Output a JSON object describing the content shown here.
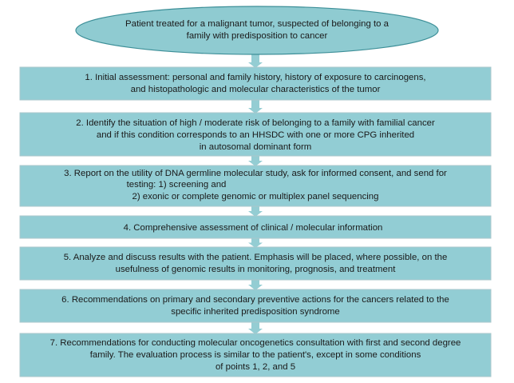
{
  "start_node": {
    "lines": [
      "Patient treated for a malignant tumor, suspected of belonging to a",
      "family with predisposition to cancer"
    ]
  },
  "steps": [
    {
      "lines": [
        "1. Initial assessment: personal and family history, history of exposure to carcinogens,",
        "and histopathologic and molecular characteristics of the tumor"
      ]
    },
    {
      "lines": [
        "2. Identify the situation of high / moderate risk of belonging to a family with familial cancer",
        "and if this condition corresponds to an HHSDC with one or more CPG inherited",
        "in autosomal dominant form"
      ]
    },
    {
      "lines": [
        "3. Report on the utility of DNA germline molecular study, ask for informed consent, and send for",
        "testing: 1) screening and",
        "2) exonic or complete genomic or multiplex panel sequencing"
      ]
    },
    {
      "lines": [
        "4. Comprehensive assessment of clinical / molecular information"
      ]
    },
    {
      "lines": [
        "5. Analyze and discuss results with the patient. Emphasis will be placed, where possible, on the",
        "usefulness of genomic results in monitoring, prognosis, and treatment"
      ]
    },
    {
      "lines": [
        "6. Recommendations on primary and secondary preventive actions for the cancers related to the",
        "specific inherited predisposition syndrome"
      ]
    },
    {
      "lines": [
        "7. Recommendations for conducting molecular oncogenetics consultation with first and second degree",
        "family. The evaluation process is similar to the patient's, except in some conditions",
        "of points 1, 2, and 5"
      ]
    }
  ],
  "colors": {
    "box_fill": "#92cdd4",
    "box_stroke": "#a9c7cb",
    "ellipse_fill": "#8fcbd1",
    "ellipse_stroke": "#3d8f98",
    "arrow_fill": "#94cdd3",
    "text": "#1a1a1a"
  }
}
